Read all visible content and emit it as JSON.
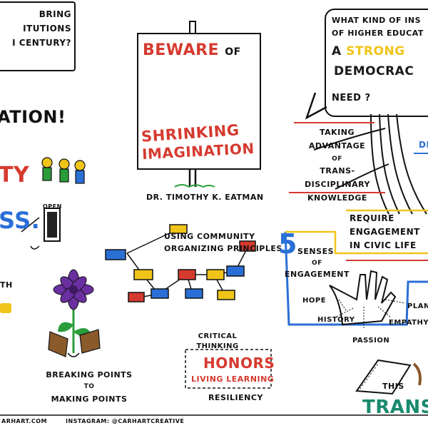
{
  "top_left": {
    "line1": "BRING",
    "line2": "ITUTIONS",
    "line3": "I CENTURY?"
  },
  "sign": {
    "beware": "BEWARE",
    "of": "OF",
    "shrinking": "SHRINKING",
    "imagination": "IMAGINATION",
    "author": "DR. TIMOTHY K. EATMAN"
  },
  "question": {
    "line1": "WHAT KIND OF INS",
    "line2": "OF HIGHER EDUCAT",
    "strong_a": "A",
    "strong": "STRONG",
    "democracy": "DEMOCRAC",
    "need": "NEED ?"
  },
  "branches": {
    "taking1": "TAKING",
    "taking2": "ADVANTAGE",
    "taking3": "OF",
    "trans1": "TRANS-DISCIPLINARY",
    "trans2": "KNOWLEDGE",
    "de": "DE"
  },
  "require": {
    "line1": "REQUIRE",
    "line2": "ENGAGEMENT",
    "line3": "IN CIVIC LIFE"
  },
  "left": {
    "ation": "ATION!",
    "ty": "TY",
    "ss": "SS.",
    "open": "OPEN",
    "th": "TH"
  },
  "community": {
    "line1": "USING COMMUNITY",
    "line2": "ORGANIZING PRINCIPLES"
  },
  "breaking": {
    "line1": "BREAKING POINTS",
    "line2": "TO",
    "line3": "MAKING POINTS"
  },
  "honors": {
    "critical1": "CRITICAL",
    "critical2": "THINKING",
    "honors": "HONORS",
    "living": "LIVING LEARNING",
    "resiliency": "RESILIENCY"
  },
  "senses": {
    "five": "5",
    "line1": "SENSES",
    "line2": "OF",
    "line3": "ENGAGEMENT",
    "hope": "HOPE",
    "history": "HISTORY",
    "passion": "PASSION",
    "empathy": "EMPATHY",
    "plan": "PLAN"
  },
  "bottom_right": {
    "this": "THIS",
    "trans": "TRANSF"
  },
  "footer": {
    "site": "ARHART.COM",
    "instagram": "INSTAGRAM: @CARHARTCREATIVE"
  },
  "colors": {
    "red": "#d63a2f",
    "blue": "#2a6fd6",
    "yellow": "#f0c419",
    "teal": "#1a8a6e"
  }
}
